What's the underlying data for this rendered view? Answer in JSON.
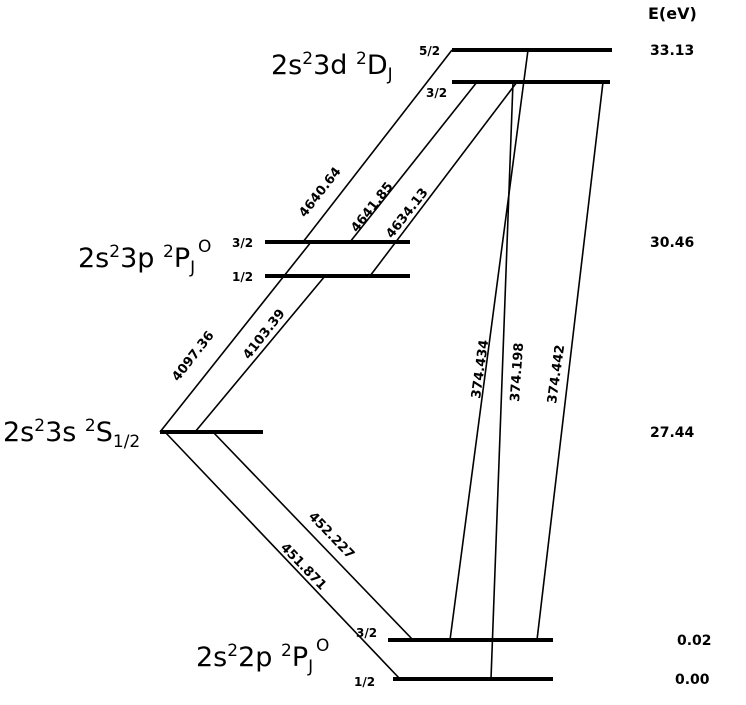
{
  "energy_axis_title": "E(eV)",
  "states": {
    "s3d": {
      "config": "2s",
      "config_sup": "2",
      "orbital": "3d ",
      "term_sup": "2",
      "term": "D",
      "term_sub": "J"
    },
    "s3p": {
      "config": "2s",
      "config_sup": "2",
      "orbital": "3p ",
      "term_sup": "2",
      "term": "P",
      "term_sub": "J",
      "term_parity": "O"
    },
    "s3s": {
      "config": "2s",
      "config_sup": "2",
      "orbital": "3s ",
      "term_sup": "2",
      "term": "S",
      "term_sub": "1/2"
    },
    "s2p": {
      "config": "2s",
      "config_sup": "2",
      "orbital": "2p ",
      "term_sup": "2",
      "term": "P",
      "term_sub": "J",
      "term_parity": "O"
    }
  },
  "j_labels": {
    "d52": "5/2",
    "d32": "3/2",
    "p32": "3/2",
    "p12": "1/2",
    "g32": "3/2",
    "g12": "1/2"
  },
  "energies": {
    "e1": "33.13",
    "e2": "30.46",
    "e3": "27.44",
    "e4": "0.02",
    "e5": "0.00"
  },
  "transitions": {
    "t1": "4640.64",
    "t2": "4641.85",
    "t3": "4634.13",
    "t4": "4097.36",
    "t5": "4103.39",
    "t6": "374.434",
    "t7": "374.198",
    "t8": "374.442",
    "t9": "452.227",
    "t10": "451.871"
  }
}
